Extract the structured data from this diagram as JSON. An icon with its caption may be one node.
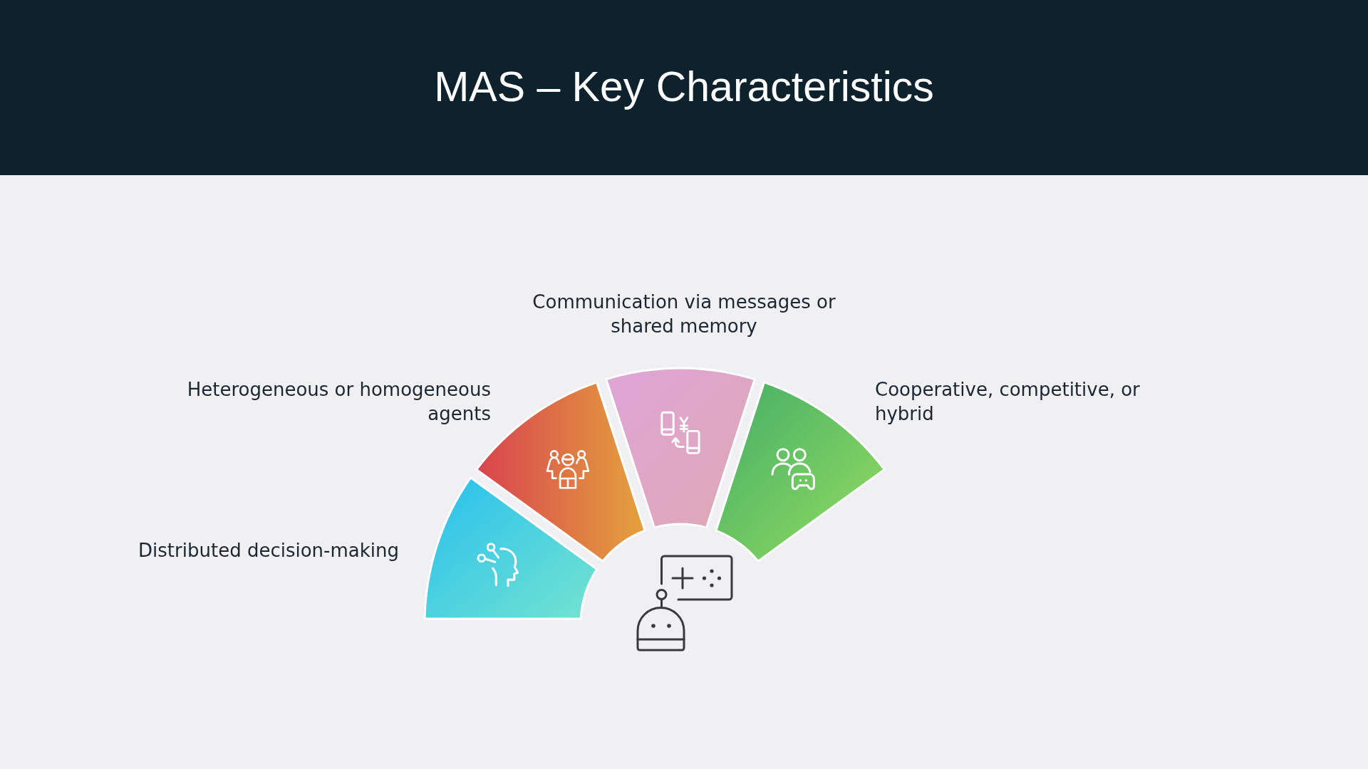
{
  "diagram": {
    "title": "MAS – Key Characteristics",
    "nodes": [
      {
        "text": [
          "Distributed decision-making"
        ]
      },
      {
        "text": [
          "Heterogeneous or homogeneous agents"
        ]
      },
      {
        "text": [
          "Communication via messages or shared memory"
        ]
      },
      {
        "text": [
          "Cooperative, competitive, or hybrid"
        ]
      }
    ]
  }
}
